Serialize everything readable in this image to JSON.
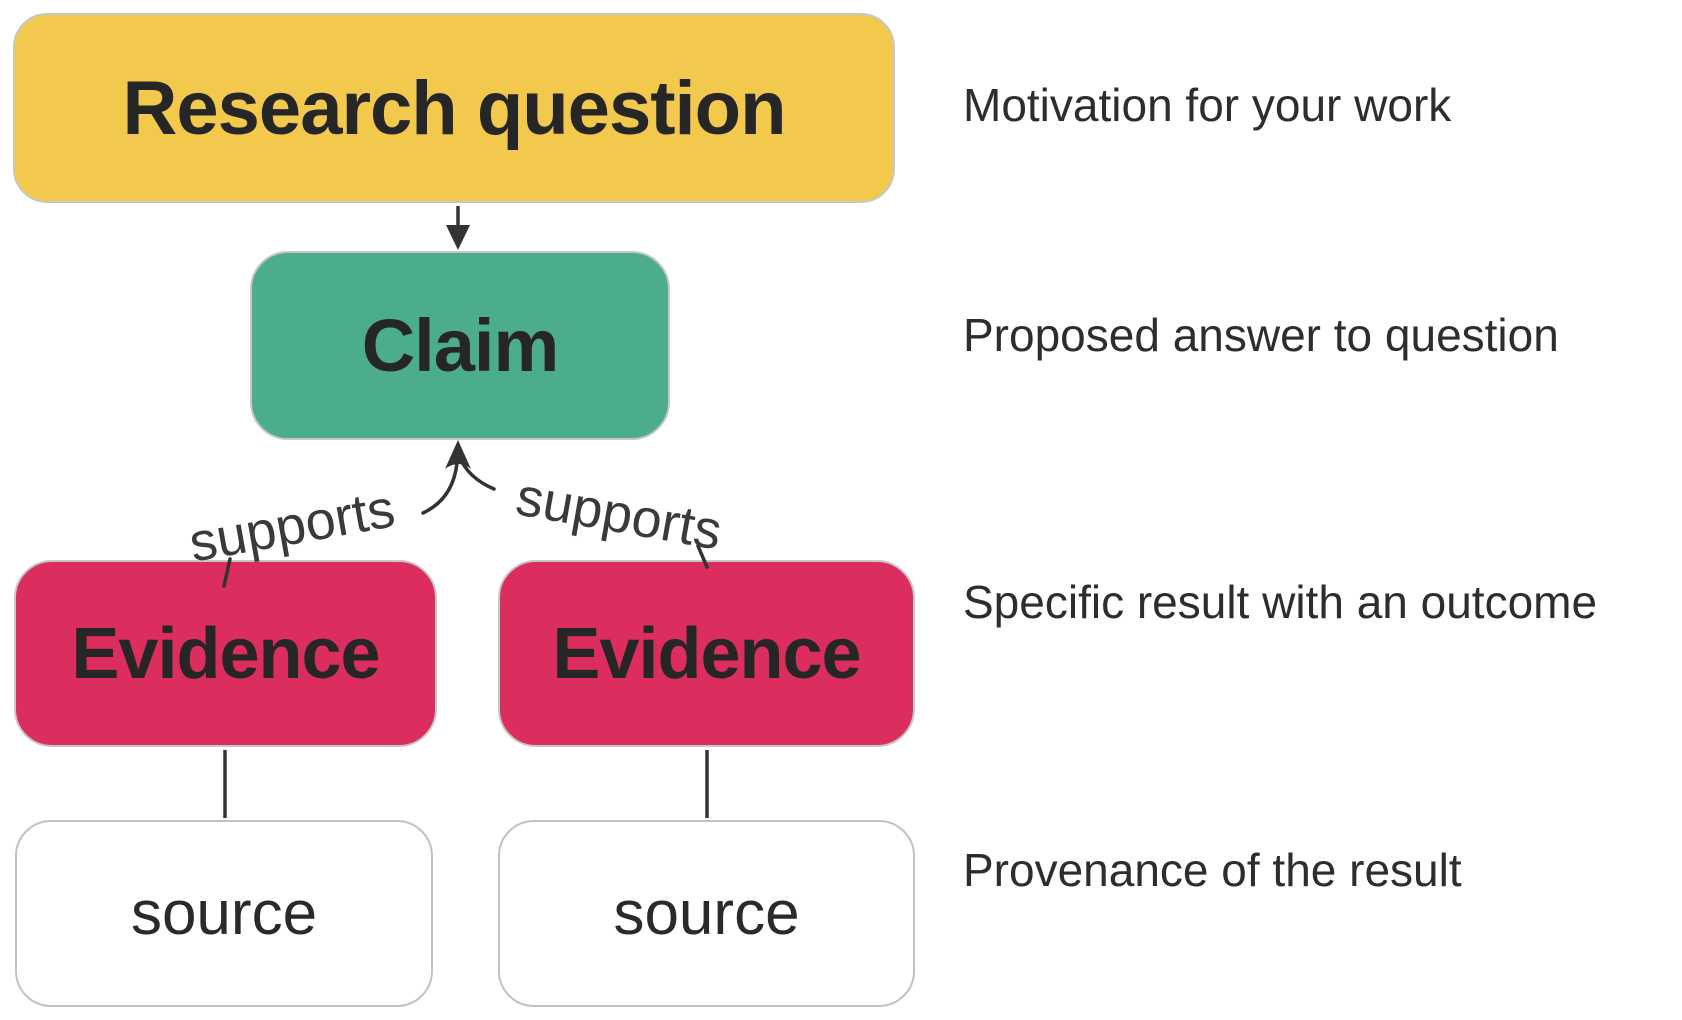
{
  "nodes": {
    "research_question": {
      "label": "Research question",
      "fill": "#F2C94C"
    },
    "claim": {
      "label": "Claim",
      "fill": "#4CAC8E"
    },
    "evidence_left": {
      "label": "Evidence",
      "fill": "#DB2D5E"
    },
    "evidence_right": {
      "label": "Evidence",
      "fill": "#DB2D5E"
    },
    "source_left": {
      "label": "source",
      "fill": "#FFFFFF"
    },
    "source_right": {
      "label": "source",
      "fill": "#FFFFFF"
    }
  },
  "edges": {
    "supports_left": {
      "label": "supports"
    },
    "supports_right": {
      "label": "supports"
    }
  },
  "annotations": {
    "research_question": "Motivation for your work",
    "claim": "Proposed answer to question",
    "evidence": "Specific result with an outcome",
    "source": "Provenance of the result"
  },
  "colors": {
    "arrow": "#333333"
  }
}
